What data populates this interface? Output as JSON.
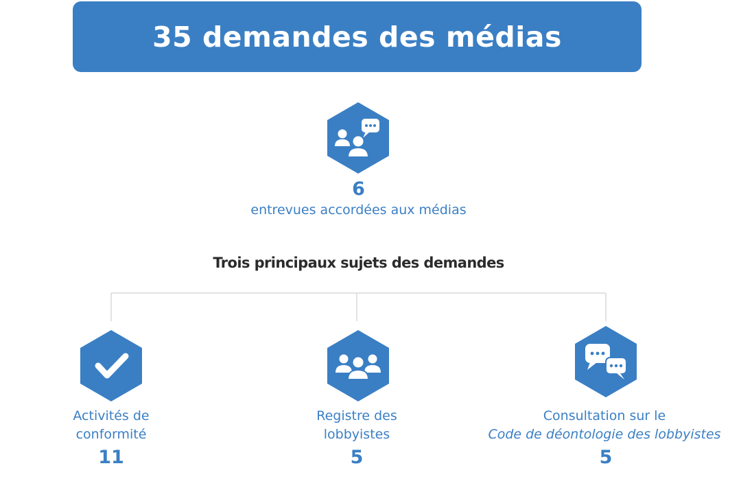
{
  "header": {
    "title": "35 demandes des médias"
  },
  "interviews": {
    "value": "6",
    "label": "entrevues accordées aux médias",
    "icon": "people-chat-icon"
  },
  "topics": {
    "heading": "Trois principaux sujets des demandes",
    "items": [
      {
        "label_line1": "Activités de",
        "label_line2": "conformité",
        "value": "11",
        "icon": "checkmark-icon"
      },
      {
        "label_line1": "Registre des",
        "label_line2": "lobbyistes",
        "value": "5",
        "icon": "group-icon"
      },
      {
        "label_line1": "Consultation sur le",
        "label_line2": "Code de déontologie des lobbyistes",
        "value": "5",
        "icon": "speech-bubbles-icon"
      }
    ]
  },
  "colors": {
    "accent": "#3a7fc4",
    "heading_text": "#2b2b2b",
    "connector": "#d9d9d9"
  }
}
